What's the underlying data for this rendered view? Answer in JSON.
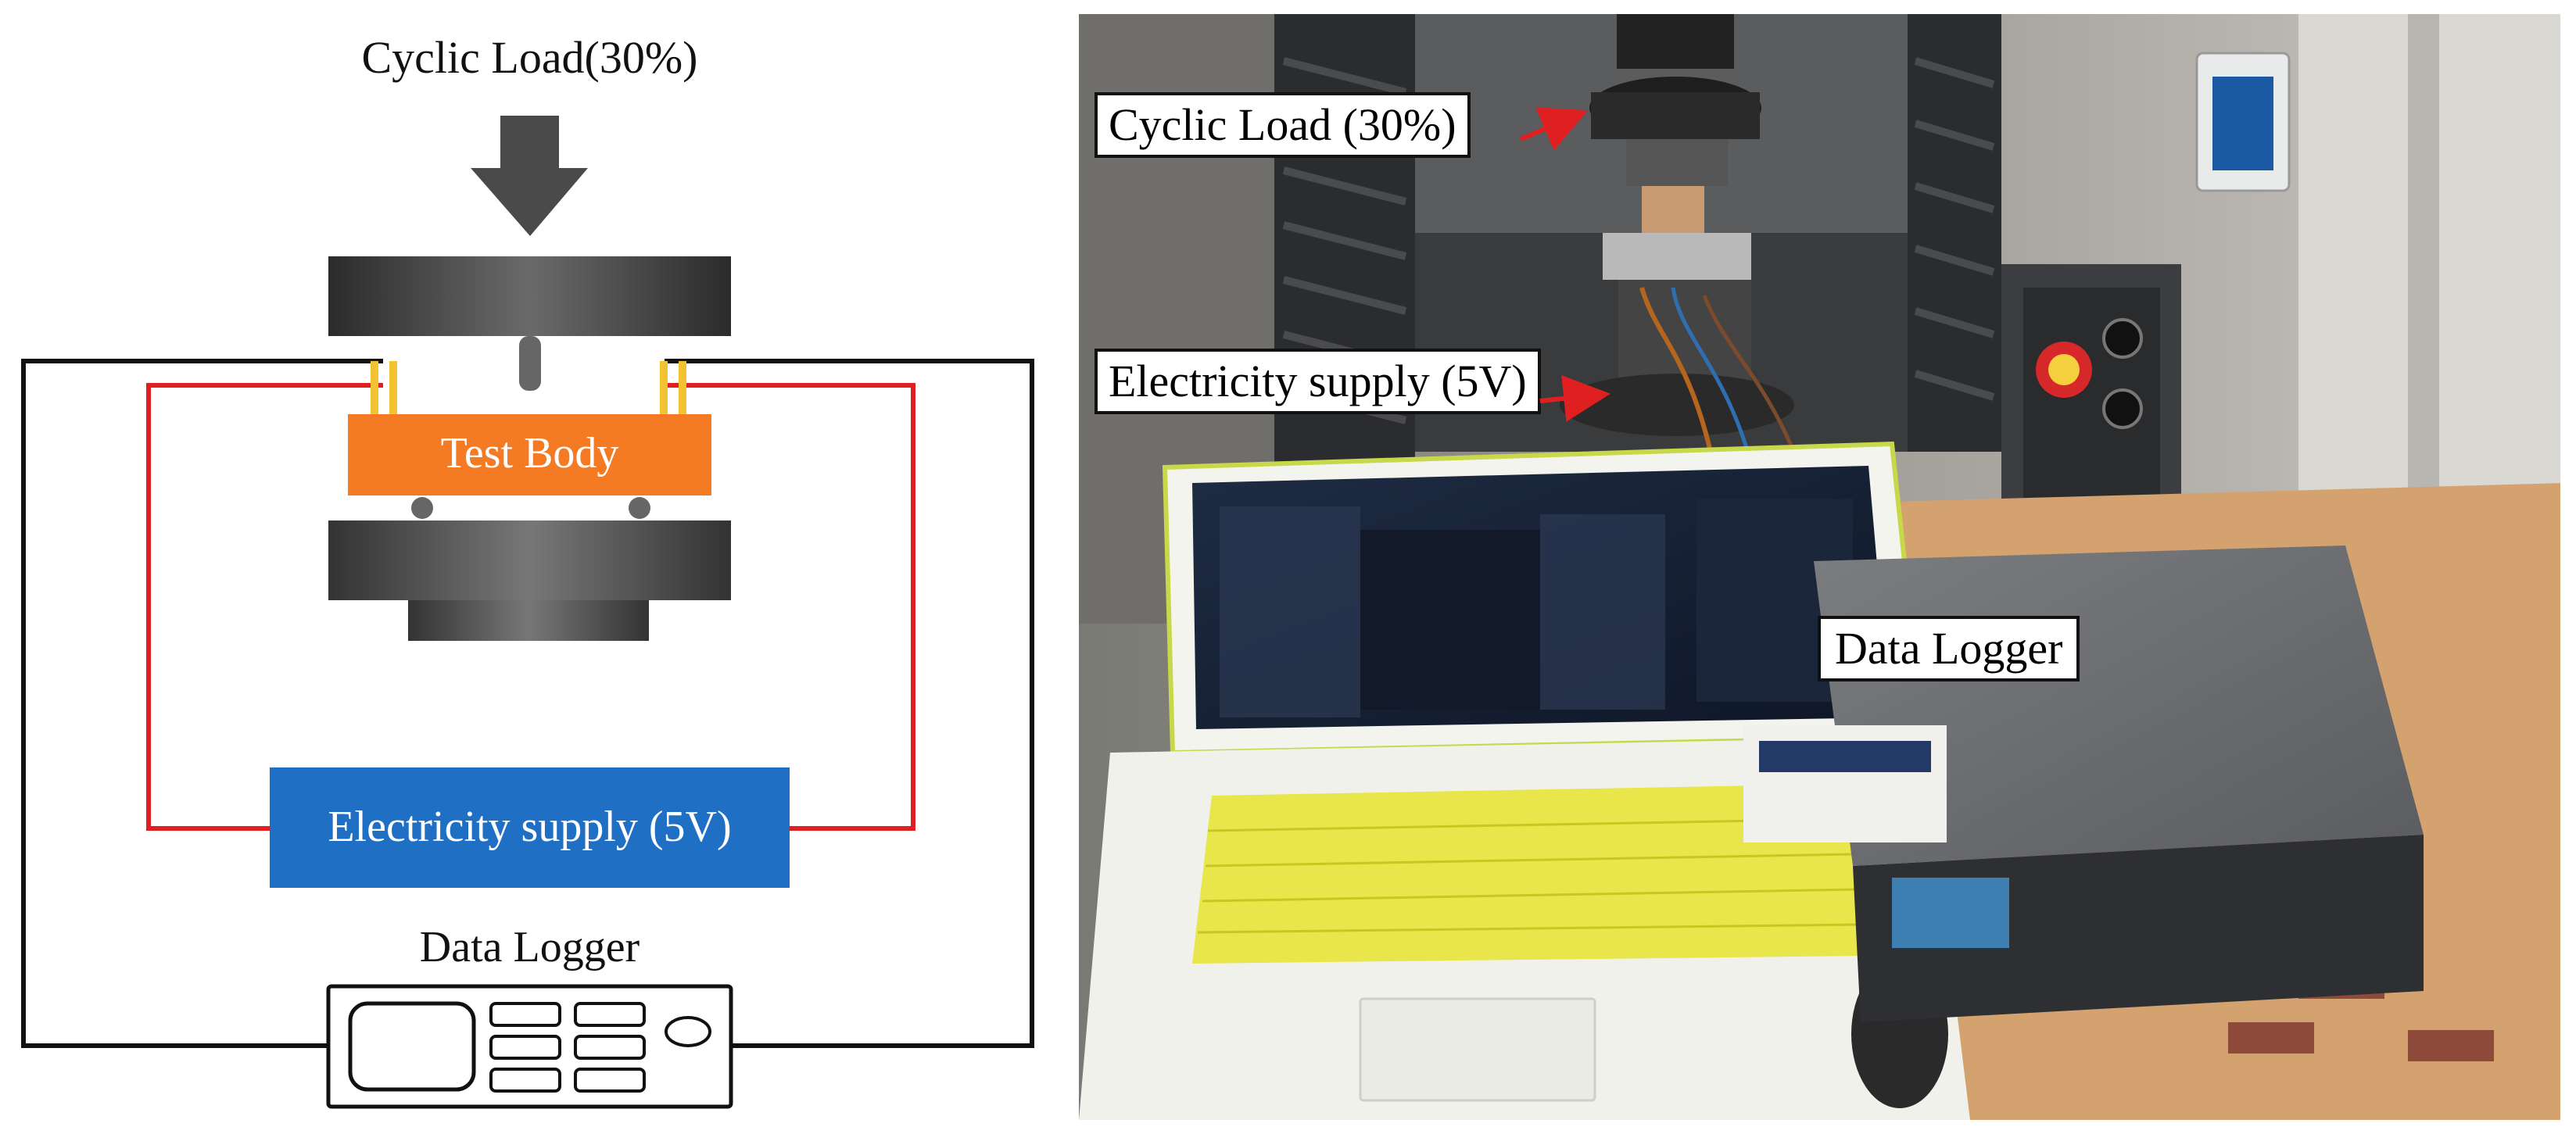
{
  "schematic": {
    "load_label": "Cyclic Load(30%)",
    "test_body_label": "Test Body",
    "supply_label": "Electricity supply (5V)",
    "logger_label": "Data Logger",
    "colors": {
      "load_arrow": "#4a4a4a",
      "plate": "#3a3a3a",
      "test_body": "#f47a24",
      "supply": "#1f6fc5",
      "red_wire": "#e02020",
      "black_wire": "#111111",
      "electrode": "#f2c230"
    }
  },
  "photo": {
    "load_label": "Cyclic Load (30%)",
    "supply_label": "Electricity supply (5V)",
    "logger_label": "Data Logger",
    "arrow_color": "#e02020"
  }
}
